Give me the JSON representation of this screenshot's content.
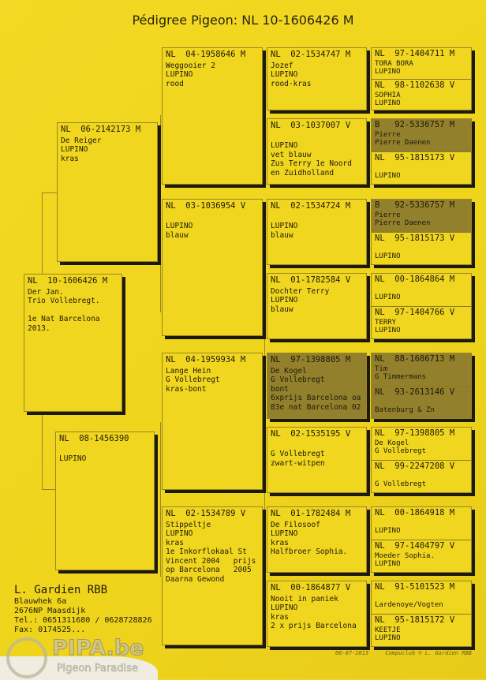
{
  "title": "Pédigree Pigeon: NL  10-1606426 M",
  "subject": {
    "ring": "NL  10-1606426 M",
    "lines": [
      "Der Jan.",
      "Trio Vollebregt.",
      "",
      "1e Nat Barcelona",
      "2013."
    ]
  },
  "gen1": [
    {
      "ring": "NL  06-2142173 M",
      "lines": [
        "De Reiger",
        "LUPINO",
        "kras"
      ]
    },
    {
      "ring": "NL  08-1456390",
      "lines": [
        "",
        "LUPINO"
      ]
    }
  ],
  "gen2": [
    {
      "ring": "NL  04-1958646 M",
      "lines": [
        "Weggooier 2",
        "LUPINO",
        "rood"
      ]
    },
    {
      "ring": "NL  03-1036954 V",
      "lines": [
        "",
        "LUPINO",
        "blauw"
      ]
    },
    {
      "ring": "NL  04-1959934 M",
      "lines": [
        "Lange Hein",
        "G Vollebregt",
        "kras-bont"
      ]
    },
    {
      "ring": "NL  02-1534789 V",
      "lines": [
        "Stippeltje",
        "LUPINO",
        "kras",
        "1e Inkorflokaal St",
        "Vincent 2004   prijs",
        "op Barcelona   2005",
        "Daarna Gewond"
      ]
    }
  ],
  "gen3": [
    {
      "ring": "NL  02-1534747 M",
      "lines": [
        "Jozef",
        "LUPINO",
        "rood-kras"
      ],
      "dark": false
    },
    {
      "ring": "NL  03-1037007 V",
      "lines": [
        "",
        "LUPINO",
        "vet blauw",
        "Zus Terry 1e Noord",
        "en Zuidholland"
      ],
      "dark": false
    },
    {
      "ring": "NL  02-1534724 M",
      "lines": [
        "",
        "LUPINO",
        "blauw"
      ],
      "dark": false
    },
    {
      "ring": "NL  01-1782584 V",
      "lines": [
        "Dochter Terry",
        "LUPINO",
        "blauw"
      ],
      "dark": false
    },
    {
      "ring": "NL  97-1398805 M",
      "lines": [
        "De Kogel",
        "G Vollebregt",
        "bont",
        "6xprijs Barcelona oa",
        "83e nat Barcelona 02"
      ],
      "dark": true
    },
    {
      "ring": "NL  02-1535195 V",
      "lines": [
        "",
        "G Vollebregt",
        "zwart-witpen"
      ],
      "dark": false
    },
    {
      "ring": "NL  01-1782484 M",
      "lines": [
        "De Filosoof",
        "LUPINO",
        "kras",
        "Halfbroer Sophia."
      ],
      "dark": false
    },
    {
      "ring": "NL  00-1864877 V",
      "lines": [
        "Nooit in paniek",
        "LUPINO",
        "kras",
        "2 x prijs Barcelona"
      ],
      "dark": false
    }
  ],
  "gen4": [
    {
      "ring": "NL  97-1404711 M",
      "lines": [
        "TORA BORA",
        "LUPINO"
      ],
      "dark": false
    },
    {
      "ring": "NL  98-1102638 V",
      "lines": [
        "SOPHIA",
        "LUPINO"
      ],
      "dark": false
    },
    {
      "ring": "B   92-5336757 M",
      "lines": [
        "Pierre",
        "Pierre Daenen"
      ],
      "dark": true
    },
    {
      "ring": "NL  95-1815173 V",
      "lines": [
        "",
        "LUPINO"
      ],
      "dark": false
    },
    {
      "ring": "B   92-5336757 M",
      "lines": [
        "Pierre",
        "Pierre Daenen"
      ],
      "dark": true
    },
    {
      "ring": "NL  95-1815173 V",
      "lines": [
        "",
        "LUPINO"
      ],
      "dark": false
    },
    {
      "ring": "NL  00-1864864 M",
      "lines": [
        "",
        "LUPINO"
      ],
      "dark": false
    },
    {
      "ring": "NL  97-1404766 V",
      "lines": [
        "TERRY",
        "LUPINO"
      ],
      "dark": false
    },
    {
      "ring": "NL  88-1686713 M",
      "lines": [
        "Tim",
        "G Timmermans"
      ],
      "dark": true
    },
    {
      "ring": "NL  93-2613146 V",
      "lines": [
        "",
        "Batenburg & Zn"
      ],
      "dark": true
    },
    {
      "ring": "NL  97-1398805 M",
      "lines": [
        "De Kogel",
        "G Vollebregt"
      ],
      "dark": false
    },
    {
      "ring": "NL  99-2247208 V",
      "lines": [
        "",
        "G Vollebregt"
      ],
      "dark": false
    },
    {
      "ring": "NL  00-1864918 M",
      "lines": [
        "",
        "LUPINO"
      ],
      "dark": false
    },
    {
      "ring": "NL  97-1404797 V",
      "lines": [
        "Moeder Sophia.",
        "LUPINO"
      ],
      "dark": false
    },
    {
      "ring": "NL  91-5101523 M",
      "lines": [
        "",
        "Lardenoye/Vogten"
      ],
      "dark": false
    },
    {
      "ring": "NL  95-1815172 V",
      "lines": [
        "KEETJE",
        "LUPINO"
      ],
      "dark": false
    }
  ],
  "footer": {
    "name": "L. Gardien RBB",
    "address": "Blauwhek 6a",
    "city": "2676NP  Maasdijk",
    "tel": "Tel.: 0651311680 / 0628728826",
    "fax": "Fax: 0174525..."
  },
  "print": {
    "date": "06-07-2013",
    "credit": "Compuclub © L. Gardien RBB"
  },
  "watermark": {
    "brand": "PIPA.be",
    "tagline": "Pigeon Paradise"
  },
  "colors": {
    "paper": "#efd41e",
    "dark_box": "#93802c",
    "shadow": "#1d1a0a"
  }
}
